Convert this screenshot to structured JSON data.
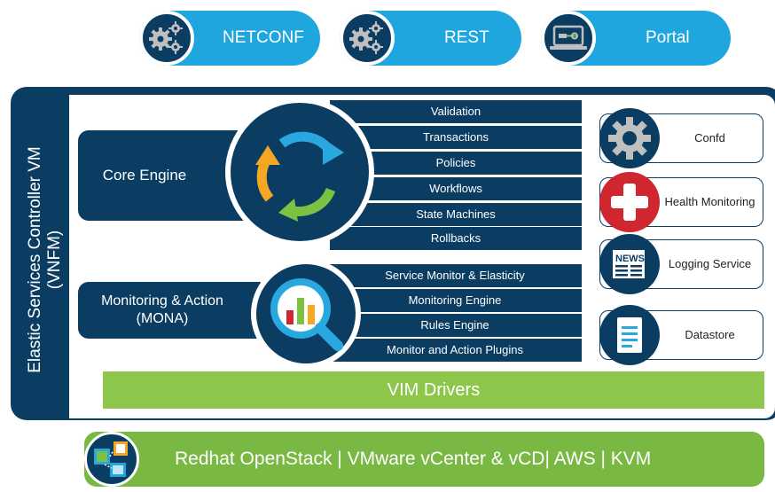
{
  "apis": [
    {
      "label": "NETCONF",
      "icon": "gears-icon"
    },
    {
      "label": "REST",
      "icon": "gears-icon"
    },
    {
      "label": "Portal",
      "icon": "laptop-tool-icon"
    }
  ],
  "vm": {
    "title_line1": "Elastic Services Controller VM",
    "title_line2": "(VNFM)"
  },
  "core": {
    "label": "Core Engine",
    "items": [
      "Validation",
      "Transactions",
      "Policies",
      "Workflows",
      "State Machines",
      "Rollbacks"
    ]
  },
  "mona": {
    "label_line1": "Monitoring & Action",
    "label_line2": "(MONA)",
    "items": [
      "Service Monitor & Elasticity",
      "Monitoring Engine",
      "Rules Engine",
      "Monitor and Action Plugins"
    ]
  },
  "services": [
    {
      "label": "Confd",
      "icon": "gear-icon"
    },
    {
      "label": "Health Monitoring",
      "icon": "health-cross-icon"
    },
    {
      "label": "Logging Service",
      "icon": "news-icon"
    },
    {
      "label": "Datastore",
      "icon": "document-icon"
    }
  ],
  "vim": {
    "label": "VIM Drivers"
  },
  "infra": {
    "label": "Redhat OpenStack | VMware vCenter & vCD| AWS | KVM",
    "icon": "virtual-machines-icon"
  },
  "colors": {
    "navy": "#0b3d63",
    "blue": "#1fa6de",
    "green": "#8cc64a",
    "orange": "#f5a623",
    "red": "#d0262f"
  }
}
